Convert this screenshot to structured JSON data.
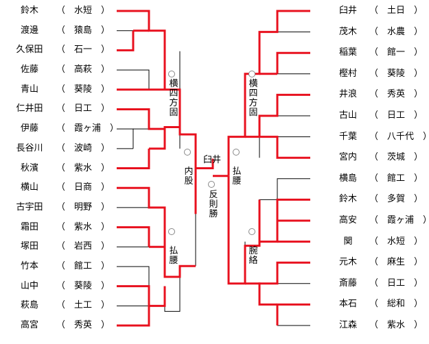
{
  "left_players": [
    {
      "name": "鈴木",
      "school": "（　水短　）"
    },
    {
      "name": "渡邊",
      "school": "（　猿島　）"
    },
    {
      "name": "久保田",
      "school": "（　石一　）"
    },
    {
      "name": "佐藤",
      "school": "（　高萩　）"
    },
    {
      "name": "青山",
      "school": "（　葵陵　）"
    },
    {
      "name": "仁井田",
      "school": "（　日工　）"
    },
    {
      "name": "伊藤",
      "school": "（　霞ヶ浦　）"
    },
    {
      "name": "長谷川",
      "school": "（　波崎　）"
    },
    {
      "name": "秋濱",
      "school": "（　紫水　）"
    },
    {
      "name": "横山",
      "school": "（　日商　）"
    },
    {
      "name": "古宇田",
      "school": "（　明野　）"
    },
    {
      "name": "霜田",
      "school": "（　紫水　）"
    },
    {
      "name": "塚田",
      "school": "（　岩西　）"
    },
    {
      "name": "竹本",
      "school": "（　館工　）"
    },
    {
      "name": "山中",
      "school": "（　葵陵　）"
    },
    {
      "name": "萩島",
      "school": "（　土工　）"
    },
    {
      "name": "高宮",
      "school": "（　秀英　）"
    }
  ],
  "right_players": [
    {
      "name": "臼井",
      "school": "（　土日　）"
    },
    {
      "name": "茂木",
      "school": "（　水農　）"
    },
    {
      "name": "稲葉",
      "school": "（　館一　）"
    },
    {
      "name": "樫村",
      "school": "（　葵陵　）"
    },
    {
      "name": "井浪",
      "school": "（　秀英　）"
    },
    {
      "name": "古山",
      "school": "（　日工　）"
    },
    {
      "name": "千葉",
      "school": "（　八千代　）"
    },
    {
      "name": "宮内",
      "school": "（　茨城　）"
    },
    {
      "name": "横島",
      "school": "（　館工　）"
    },
    {
      "name": "鈴木",
      "school": "（　多賀　）"
    },
    {
      "name": "高安",
      "school": "（　霞ヶ浦　）"
    },
    {
      "name": "関",
      "school": "（　水短　）"
    },
    {
      "name": "元木",
      "school": "（　麻生　）"
    },
    {
      "name": "斎藤",
      "school": "（　日工　）"
    },
    {
      "name": "本石",
      "school": "（　総和　）"
    },
    {
      "name": "江森",
      "school": "（　紫水　）"
    }
  ],
  "winner": "臼井",
  "techniques": {
    "left_upper": "横四方固",
    "left_mid": "内股",
    "left_lower": "払腰",
    "final": "反則勝",
    "right_upper": "横四方固",
    "right_mid": "払腰",
    "right_lower": "腕絡"
  },
  "colors": {
    "win": "#e8101e",
    "lose": "#000000"
  }
}
